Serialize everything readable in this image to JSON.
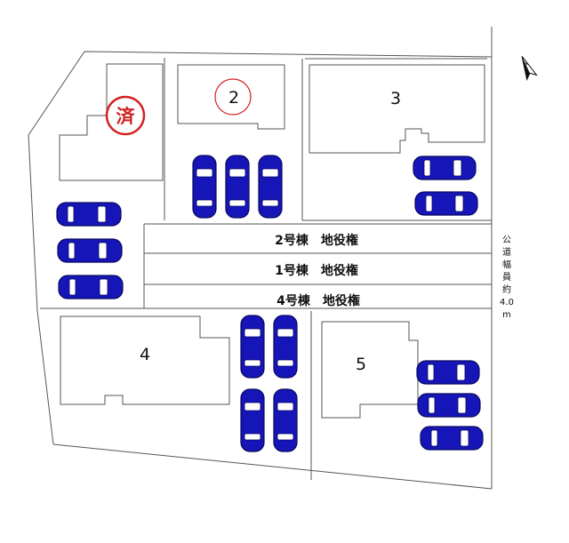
{
  "lots": [
    {
      "id": "lot-1",
      "label": "",
      "sold": true
    },
    {
      "id": "lot-2",
      "label": "2",
      "sold": false
    },
    {
      "id": "lot-3",
      "label": "3",
      "sold": false
    },
    {
      "id": "lot-4",
      "label": "4",
      "sold": false
    },
    {
      "id": "lot-5",
      "label": "5",
      "sold": false
    }
  ],
  "sold_stamp": "済",
  "easements": [
    "2号棟　地役権",
    "1号棟　地役権",
    "4号棟　地役権"
  ],
  "road_label": [
    "公",
    "道",
    "幅",
    "員",
    "約",
    "4.0",
    "m"
  ],
  "north_label": "N",
  "colors": {
    "car": "#1515b8",
    "stamp": "#d22222",
    "line": "#555555"
  }
}
